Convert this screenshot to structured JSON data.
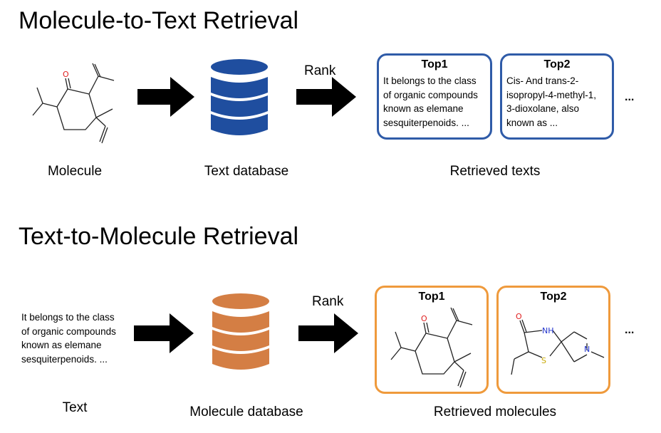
{
  "top": {
    "title": "Molecule-to-Text Retrieval",
    "input_label": "Molecule",
    "database_label": "Text database",
    "rank_label": "Rank",
    "results_label": "Retrieved texts",
    "more": "...",
    "cards": [
      {
        "heading": "Top1",
        "lines": [
          "It belongs to the class",
          "of organic compounds",
          "known as elemane",
          "sesquiterpenoids. ..."
        ]
      },
      {
        "heading": "Top2",
        "lines": [
          "Cis- And trans-2-",
          "isopropyl-4-methyl-1,",
          "3-dioxolane, also",
          "known as ..."
        ]
      }
    ]
  },
  "bottom": {
    "title": "Text-to-Molecule Retrieval",
    "input_label": "Text",
    "input_lines": [
      "It belongs to the class",
      "of organic compounds",
      "known as elemane",
      "sesquiterpenoids. ..."
    ],
    "database_label": "Molecule database",
    "rank_label": "Rank",
    "results_label": "Retrieved molecules",
    "more": "...",
    "cards": [
      {
        "heading": "Top1"
      },
      {
        "heading": "Top2",
        "atoms": [
          "O",
          "NH",
          "S",
          "N"
        ]
      }
    ]
  },
  "colors": {
    "blue_db": "#1f4e9f",
    "orange_db": "#d47e44",
    "blue_border": "#2f5ba8",
    "orange_border": "#ef9a3c",
    "oxygen": "#e02020",
    "nitrogen": "#2233cc",
    "sulfur": "#c8a800"
  },
  "icons": [
    "molecule-structure-icon",
    "arrow-right-icon",
    "database-icon"
  ]
}
